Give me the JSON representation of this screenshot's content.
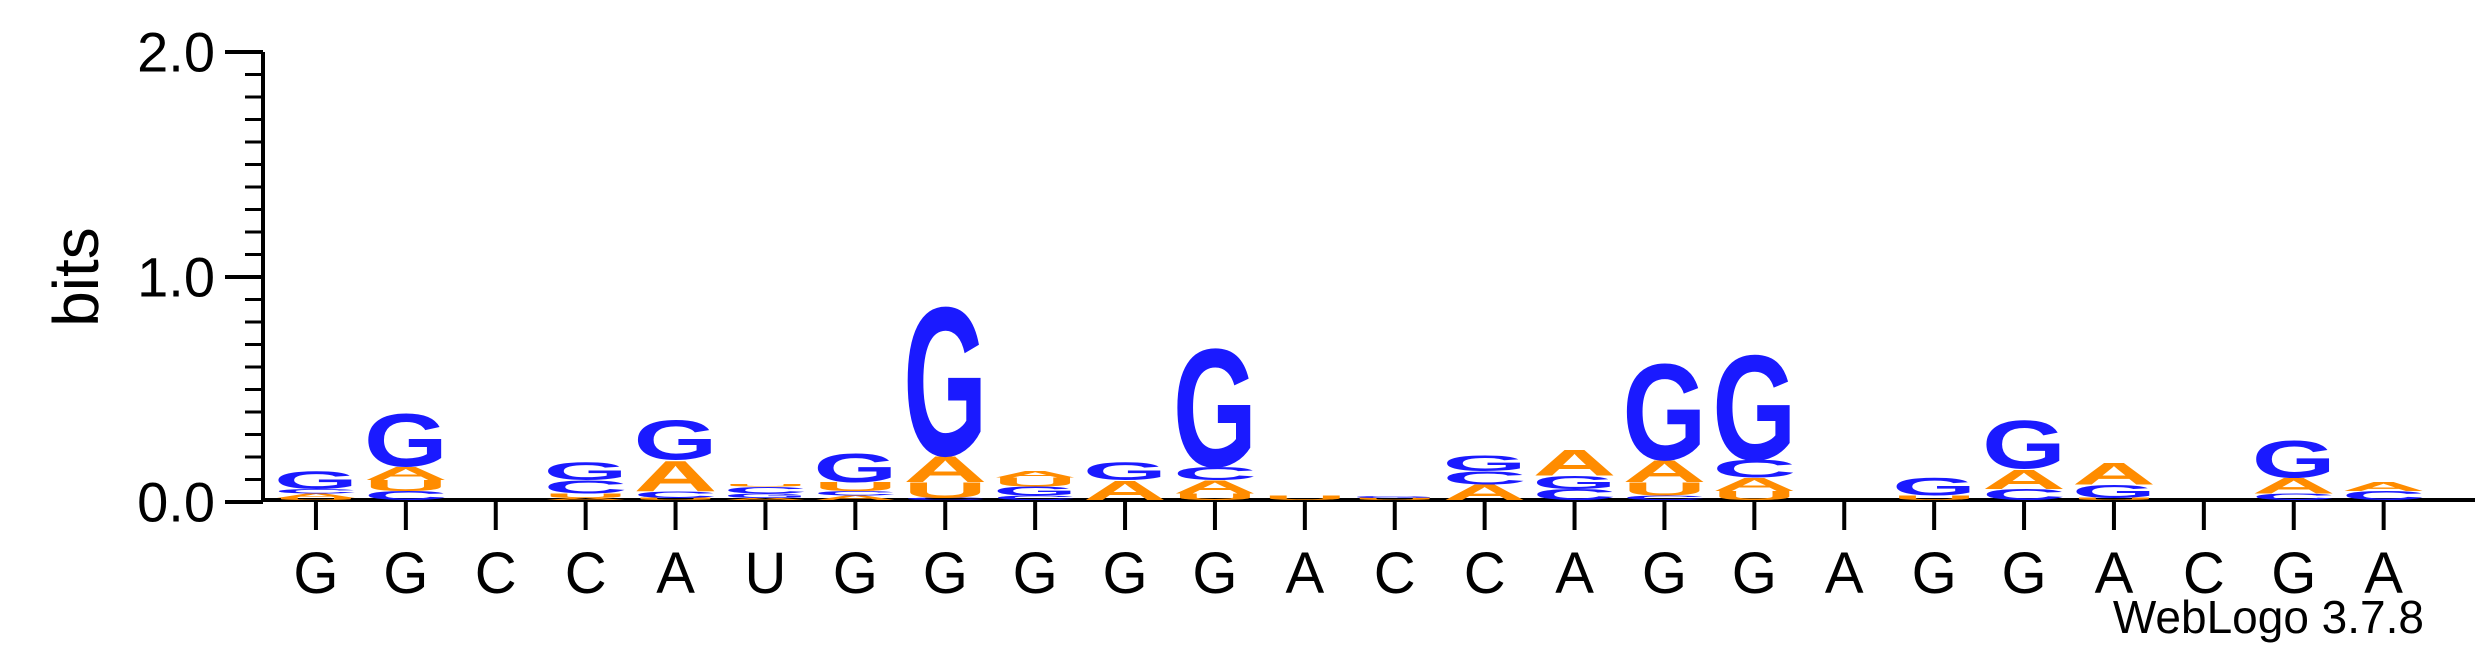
{
  "chart_data": {
    "type": "sequence-logo",
    "ylabel": "bits",
    "ylim": [
      0,
      2.0
    ],
    "yticks": [
      "0.0",
      "1.0",
      "2.0"
    ],
    "xlabels": [
      "G",
      "G",
      "C",
      "C",
      "A",
      "U",
      "G",
      "G",
      "G",
      "G",
      "G",
      "A",
      "C",
      "C",
      "A",
      "G",
      "G",
      "A",
      "G",
      "G",
      "A",
      "C",
      "G",
      "A"
    ],
    "footer": "WebLogo 3.7.8",
    "colors": {
      "G": "#1a1aff",
      "C": "#1a1aff",
      "A": "#ff8c00",
      "U": "#ff8c00"
    },
    "stacks": [
      [
        [
          "U",
          0.01
        ],
        [
          "A",
          0.02
        ],
        [
          "C",
          0.02
        ],
        [
          "G",
          0.08
        ]
      ],
      [
        [
          "C",
          0.04
        ],
        [
          "U",
          0.05
        ],
        [
          "A",
          0.06
        ],
        [
          "G",
          0.24
        ]
      ],
      [],
      [
        [
          "A",
          0.01
        ],
        [
          "U",
          0.02
        ],
        [
          "C",
          0.06
        ],
        [
          "G",
          0.08
        ]
      ],
      [
        [
          "U",
          0.01
        ],
        [
          "C",
          0.03
        ],
        [
          "A",
          0.14
        ],
        [
          "G",
          0.18
        ]
      ],
      [
        [
          "A",
          0.01
        ],
        [
          "G",
          0.02
        ],
        [
          "C",
          0.03
        ],
        [
          "U",
          0.01
        ]
      ],
      [
        [
          "A",
          0.02
        ],
        [
          "C",
          0.02
        ],
        [
          "U",
          0.04
        ],
        [
          "G",
          0.13
        ]
      ],
      [
        [
          "C",
          0.01
        ],
        [
          "U",
          0.07
        ],
        [
          "A",
          0.12
        ],
        [
          "G",
          0.68
        ]
      ],
      [
        [
          "C",
          0.02
        ],
        [
          "G",
          0.04
        ],
        [
          "U",
          0.04
        ],
        [
          "A",
          0.03
        ]
      ],
      [
        [
          "A",
          0.09
        ],
        [
          "G",
          0.08
        ]
      ],
      [
        [
          "U",
          0.03
        ],
        [
          "A",
          0.06
        ],
        [
          "C",
          0.06
        ],
        [
          "G",
          0.54
        ]
      ],
      [
        [
          "U",
          0.02
        ]
      ],
      [
        [
          "U",
          0.01
        ],
        [
          "G",
          0.01
        ]
      ],
      [
        [
          "A",
          0.07
        ],
        [
          "C",
          0.06
        ],
        [
          "G",
          0.07
        ]
      ],
      [
        [
          "C",
          0.05
        ],
        [
          "G",
          0.06
        ],
        [
          "A",
          0.12
        ]
      ],
      [
        [
          "C",
          0.02
        ],
        [
          "U",
          0.06
        ],
        [
          "A",
          0.1
        ],
        [
          "G",
          0.44
        ]
      ],
      [
        [
          "U",
          0.04
        ],
        [
          "A",
          0.06
        ],
        [
          "C",
          0.08
        ],
        [
          "G",
          0.48
        ]
      ],
      [],
      [
        [
          "U",
          0.02
        ],
        [
          "G",
          0.08
        ]
      ],
      [
        [
          "C",
          0.05
        ],
        [
          "A",
          0.09
        ],
        [
          "G",
          0.22
        ]
      ],
      [
        [
          "U",
          0.01
        ],
        [
          "G",
          0.06
        ],
        [
          "A",
          0.1
        ]
      ],
      [],
      [
        [
          "C",
          0.03
        ],
        [
          "A",
          0.07
        ],
        [
          "G",
          0.17
        ]
      ],
      [
        [
          "C",
          0.04
        ],
        [
          "A",
          0.04
        ]
      ]
    ]
  }
}
